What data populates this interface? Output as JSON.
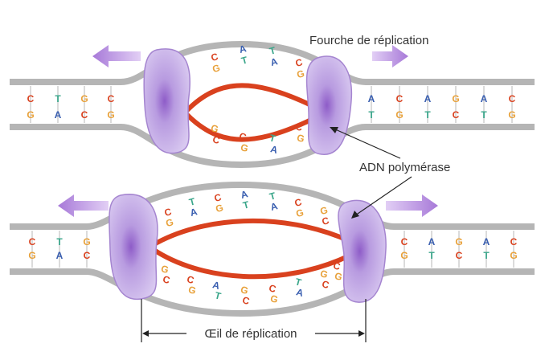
{
  "labels": {
    "fork": "Fourche de réplication",
    "polymerase": "ADN polymérase",
    "eye": "Œil de réplication"
  },
  "colors": {
    "strand": "#b5b5b5",
    "new_strand": "#d9411e",
    "polymerase": "#c5aee6",
    "polymerase_dark": "#8e5cc8",
    "arrow": "#b88de0",
    "C": "#d9411e",
    "G": "#e8a13a",
    "T": "#3aa68a",
    "A": "#3a5fb0"
  },
  "top_diagram": {
    "left_top": [
      "C",
      "T",
      "G",
      "C"
    ],
    "left_bottom": [
      "G",
      "A",
      "C",
      "G"
    ],
    "right_top": [
      "A",
      "C",
      "A",
      "G",
      "A",
      "C"
    ],
    "right_bottom": [
      "T",
      "G",
      "T",
      "C",
      "T",
      "G"
    ],
    "bubble_top": [
      "C",
      "A",
      "T",
      "C"
    ],
    "bubble_top_pair": [
      "G",
      "T",
      "A",
      "G"
    ],
    "bubble_bottom": [
      "C",
      "G",
      "A",
      "G"
    ],
    "bubble_bottom_pair": [
      "G",
      "C",
      "T",
      "C"
    ]
  },
  "bottom_diagram": {
    "left_top": [
      "C",
      "T",
      "G"
    ],
    "left_bottom": [
      "G",
      "A",
      "C"
    ],
    "right_top": [
      "C",
      "A",
      "G",
      "A",
      "C"
    ],
    "right_bottom": [
      "G",
      "T",
      "C",
      "T",
      "G"
    ],
    "bubble_top": [
      "C",
      "T",
      "C",
      "A",
      "T",
      "C",
      "G"
    ],
    "bubble_top_pair": [
      "G",
      "A",
      "G",
      "T",
      "A",
      "G",
      "C"
    ],
    "bubble_bottom": [
      "C",
      "G",
      "T",
      "C",
      "G",
      "A",
      "C",
      "G"
    ],
    "bubble_bottom_pair": [
      "G",
      "C",
      "A",
      "G",
      "C",
      "T",
      "G",
      "C"
    ]
  }
}
